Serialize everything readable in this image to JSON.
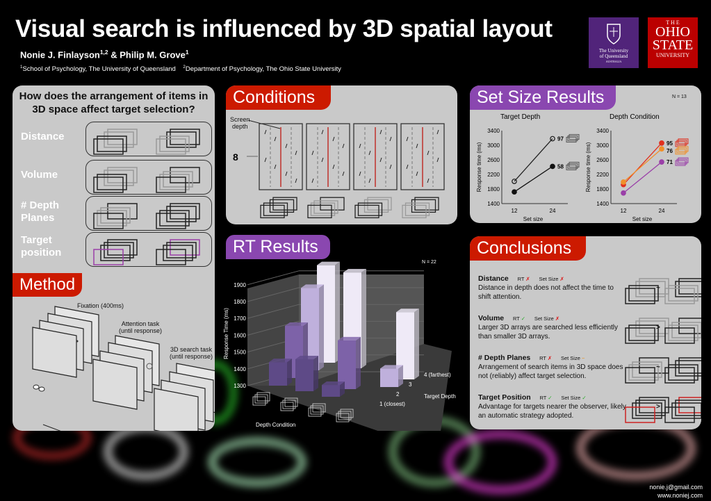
{
  "header": {
    "title": "Visual search is influenced by 3D spatial layout",
    "author1": "Nonie J. Finlayson",
    "author1_sup": "1,2",
    "author_sep": " & ",
    "author2": "Philip M. Grove",
    "author2_sup": "1",
    "affil1_sup": "1",
    "affil1": "School of Psychology, The University of Queensland",
    "affil2_sup": "2",
    "affil2": "Department of Psychology, The Ohio State University"
  },
  "logos": {
    "uq": [
      "The University",
      "of Queensland",
      "AUSTRALIA"
    ],
    "osu": [
      "T H E",
      "OHIO",
      "STATE",
      "UNIVERSITY"
    ]
  },
  "intro": {
    "question": "How does the arrangement of items in 3D space affect target selection?",
    "rows": [
      "Distance",
      "Volume",
      "# Depth Planes",
      "Target position"
    ]
  },
  "method": {
    "title": "Method",
    "fixation": "Fixation (400ms)",
    "attention1": "Attention task",
    "attention2": "(until response)",
    "search1": "3D search task",
    "search2": "(until response)"
  },
  "conditions": {
    "title": "Conditions",
    "screen_depth1": "Screen",
    "screen_depth2": "depth"
  },
  "rt": {
    "title": "RT Results",
    "n": "N = 22"
  },
  "set_size": {
    "title": "Set Size Results",
    "n": "N = 13"
  },
  "conclusions": {
    "title": "Conclusions",
    "items": [
      {
        "heading": "Distance",
        "rt_label": "RT",
        "rt_mark": "✗",
        "rt_class": "x",
        "ss_label": "Set Size",
        "ss_mark": "✗",
        "ss_class": "x",
        "text": "Distance in depth does not affect the time to shift attention.",
        "relation": "~"
      },
      {
        "heading": "Volume",
        "rt_label": "RT",
        "rt_mark": "✓",
        "rt_class": "ok",
        "ss_label": "Set Size",
        "ss_mark": "✗",
        "ss_class": "x",
        "text": "Larger 3D arrays are searched less efficiently than smaller 3D arrays.",
        "relation": ">"
      },
      {
        "heading": "# Depth Planes",
        "rt_label": "RT",
        "rt_mark": "✗",
        "rt_class": "x",
        "ss_label": "Set Size",
        "ss_mark": "~",
        "ss_class": "tl",
        "text": "Arrangement of search items in 3D space does not (reliably) affect target selection.",
        "relation": "~"
      },
      {
        "heading": "Target Position",
        "rt_label": "RT",
        "rt_mark": "✓",
        "rt_class": "ok",
        "ss_label": "Set Size",
        "ss_mark": "✓",
        "ss_class": "ok",
        "text": "Advantage for targets nearer the observer, likely an automatic strategy adopted.",
        "relation": ">"
      }
    ]
  },
  "footer": {
    "email": "nonie.j@gmail.com",
    "web": "www.noniej.com"
  },
  "chart_data": [
    {
      "type": "line",
      "title": "Target Depth",
      "xlabel": "Set size",
      "ylabel": "Response time (ms)",
      "x": [
        12,
        24
      ],
      "ylim": [
        1400,
        3400
      ],
      "yticks": [
        1400,
        1800,
        2200,
        2600,
        3000,
        3400
      ],
      "series": [
        {
          "name": "far",
          "marker": "open",
          "values": [
            2010,
            3180
          ],
          "slope_label": "97",
          "color": "#222222"
        },
        {
          "name": "near",
          "marker": "filled",
          "values": [
            1720,
            2420
          ],
          "slope_label": "58",
          "color": "#111111"
        }
      ]
    },
    {
      "type": "line",
      "title": "Depth Condition",
      "xlabel": "Set size",
      "ylabel": "Response time (ms)",
      "x": [
        12,
        24
      ],
      "ylim": [
        1400,
        3400
      ],
      "yticks": [
        1400,
        1800,
        2200,
        2600,
        3000,
        3400
      ],
      "series": [
        {
          "name": "red",
          "values": [
            1920,
            3060
          ],
          "slope_label": "95",
          "color": "#e0301e"
        },
        {
          "name": "orange",
          "values": [
            1990,
            2900
          ],
          "slope_label": "76",
          "color": "#f0902a"
        },
        {
          "name": "purple",
          "values": [
            1690,
            2540
          ],
          "slope_label": "71",
          "color": "#9a3fa8"
        }
      ]
    },
    {
      "type": "bar",
      "title": "RT Results",
      "ylabel": "Response Time (ms)",
      "xlabel": "Depth Condition",
      "zlabel": "Target Depth",
      "ylim": [
        1300,
        1900
      ],
      "yticks": [
        1300,
        1400,
        1500,
        1600,
        1700,
        1800,
        1900
      ],
      "depth_labels": [
        "1 (closest)",
        "2",
        "3",
        "4 (farthest)"
      ],
      "bars": [
        {
          "condition": 1,
          "depth": 1,
          "value": 1440
        },
        {
          "condition": 1,
          "depth": 2,
          "value": 1610
        },
        {
          "condition": 1,
          "depth": 3,
          "value": 1790
        },
        {
          "condition": 1,
          "depth": 4,
          "value": 1880
        },
        {
          "condition": 2,
          "depth": 1,
          "value": 1490
        },
        {
          "condition": 2,
          "depth": 4,
          "value": 1870
        },
        {
          "condition": 3,
          "depth": 1,
          "value": 1370
        },
        {
          "condition": 3,
          "depth": 2,
          "value": 1590
        },
        {
          "condition": 4,
          "depth": 3,
          "value": 1410
        },
        {
          "condition": 4,
          "depth": 4,
          "value": 1700
        }
      ]
    }
  ]
}
